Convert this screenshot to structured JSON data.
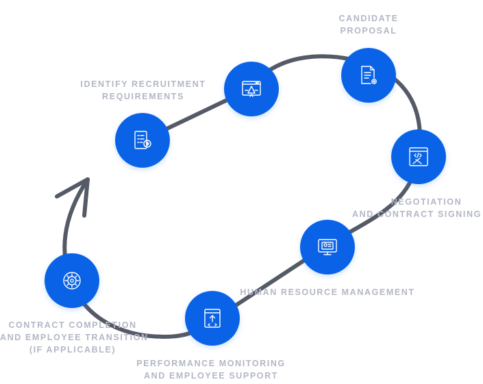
{
  "accent_color": "#0a63e6",
  "line_color": "#555a67",
  "label_color": "#b3b7c6",
  "steps": [
    {
      "icon": "checklist-coin-icon",
      "lines": [
        "IDENTIFY RECRUITMENT",
        "REQUIREMENTS"
      ]
    },
    {
      "icon": "design-workflow-icon",
      "lines": []
    },
    {
      "icon": "document-settings-icon",
      "lines": [
        "CANDIDATE",
        "PROPOSAL"
      ]
    },
    {
      "icon": "code-tools-icon",
      "lines": [
        "NEGOTIATION",
        "AND CONTRACT SIGNING"
      ]
    },
    {
      "icon": "monitor-profile-icon",
      "lines": [
        "HUMAN RESOURCE MANAGEMENT"
      ]
    },
    {
      "icon": "upload-code-icon",
      "lines": [
        "PERFORMANCE MONITORING",
        "AND EMPLOYEE SUPPORT"
      ]
    },
    {
      "icon": "settings-cycle-icon",
      "lines": [
        "CONTRACT COMPLETION",
        "AND EMPLOYEE TRANSITION",
        "(IF APPLICABLE)"
      ]
    }
  ]
}
